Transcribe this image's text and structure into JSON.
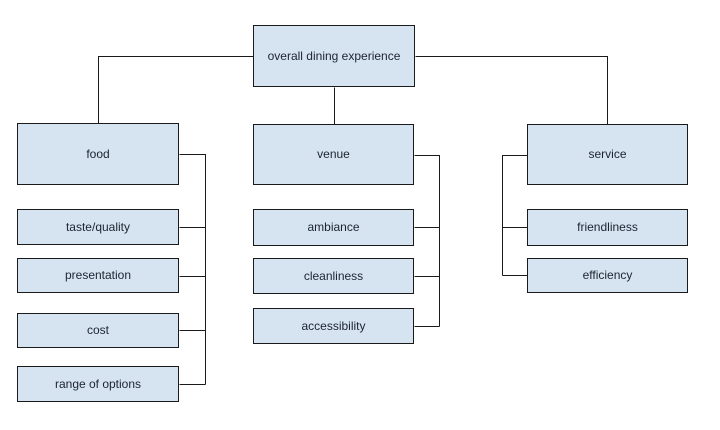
{
  "diagram": {
    "type": "hierarchy",
    "root": {
      "label": "overall dining experience"
    },
    "branches": [
      {
        "label": "food",
        "children": [
          {
            "label": "taste/quality"
          },
          {
            "label": "presentation"
          },
          {
            "label": "cost"
          },
          {
            "label": "range of options"
          }
        ]
      },
      {
        "label": "venue",
        "children": [
          {
            "label": "ambiance"
          },
          {
            "label": "cleanliness"
          },
          {
            "label": "accessibility"
          }
        ]
      },
      {
        "label": "service",
        "children": [
          {
            "label": "friendliness"
          },
          {
            "label": "efficiency"
          }
        ]
      }
    ],
    "colors": {
      "background": "#ffffff",
      "node_fill": "#d6e4f2",
      "node_border": "#1a1a1a",
      "connector": "#1a1a1a",
      "text": "#1c2430"
    }
  }
}
